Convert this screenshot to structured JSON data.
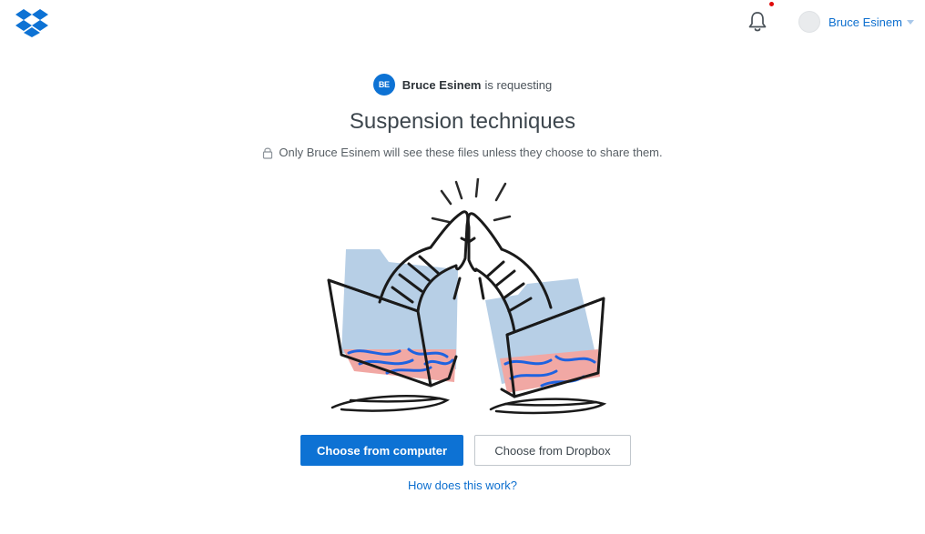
{
  "header": {
    "account_name": "Bruce Esinem"
  },
  "request": {
    "badge_initials": "BE",
    "requester_name": "Bruce Esinem",
    "requesting_text": "is requesting",
    "title": "Suspension techniques",
    "privacy_note": "Only Bruce Esinem will see these files unless they choose to share them."
  },
  "actions": {
    "primary_label": "Choose from computer",
    "secondary_label": "Choose from Dropbox",
    "help_link": "How does this work?"
  },
  "colors": {
    "brand_blue": "#0d72d4",
    "notification_red": "#e00a0a",
    "folder_blue": "#b7cfe6",
    "pattern_pink": "#f1a8a4"
  },
  "icons": {
    "logo": "dropbox-logo-icon",
    "bell": "bell-icon",
    "lock": "lock-icon",
    "caret": "caret-down-icon"
  }
}
